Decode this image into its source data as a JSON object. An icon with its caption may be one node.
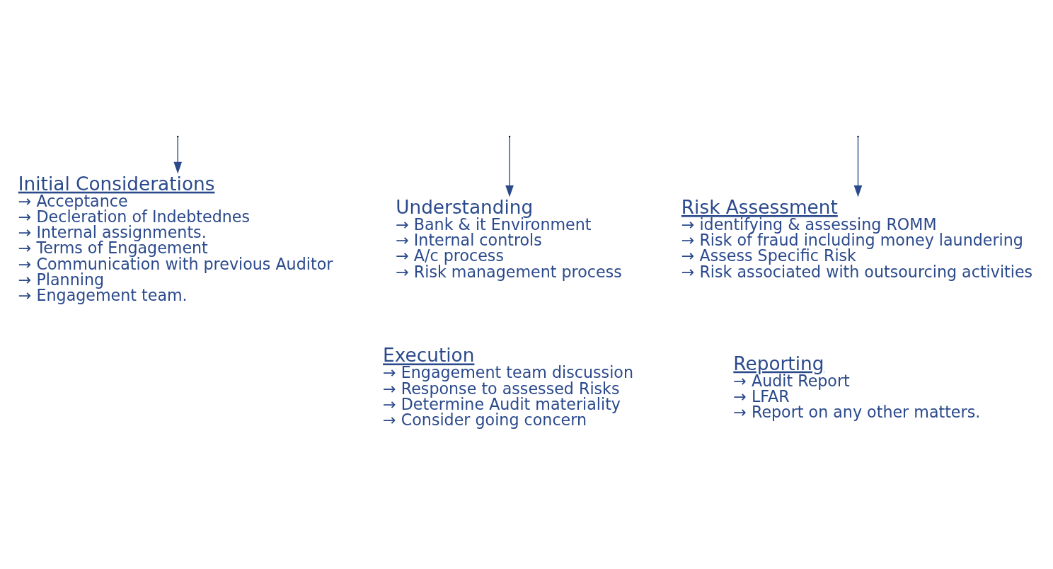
{
  "diagram": {
    "nodes": [
      {
        "text": [
          "Initial Considerations",
          "→ Acceptance",
          "→ Decleration of Indebtednes",
          "→ Internal assignments.",
          "→ Terms of Engagement",
          "→ Communication with previous Auditor",
          "→ Planning",
          "→ Engagement team."
        ]
      },
      {
        "text": [
          "Understanding",
          "→ Bank & it Environment",
          "→ Internal controls",
          "→ A/c process",
          "→ Risk management process"
        ]
      },
      {
        "text": [
          "Risk Assessment",
          "→ identifying & assessing ROMM",
          "→ Risk of fraud including money laundering",
          "→ Assess Specific Risk",
          "→ Risk associated with outsourcing activities"
        ]
      },
      {
        "text": [
          "Execution",
          "→ Engagement team discussion",
          "→ Response to assessed Risks",
          "→ Determine Audit materiality",
          "→ Consider going concern"
        ]
      },
      {
        "text": [
          "Reporting",
          "→ Audit Report",
          "→ LFAR",
          "→ Report on any other matters."
        ]
      }
    ],
    "edges": [
      {
        "from": null,
        "to": 0,
        "arrow": "to"
      },
      {
        "from": null,
        "to": 1,
        "arrow": "to"
      },
      {
        "from": null,
        "to": 2,
        "arrow": "to"
      }
    ]
  }
}
